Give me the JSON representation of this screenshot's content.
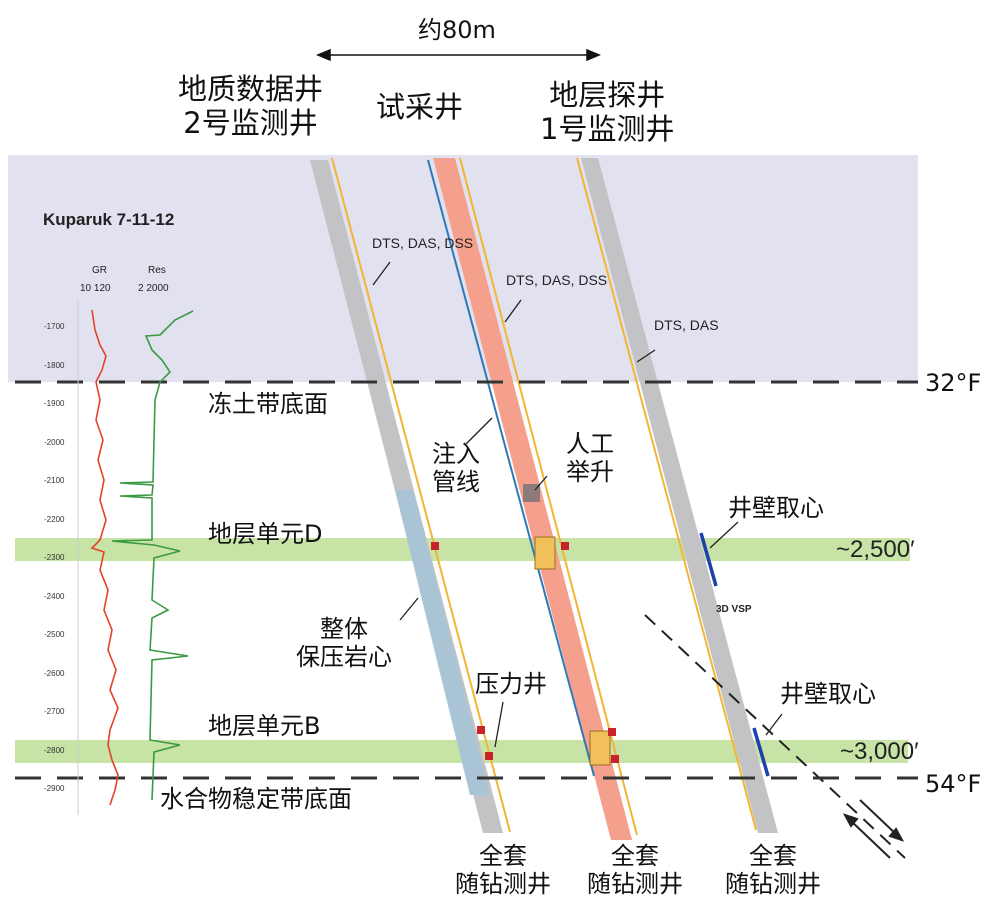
{
  "distance_label": "约80m",
  "wells": [
    {
      "title_line1": "地质数据井",
      "title_line2": "2号监测井",
      "bottom_line1": "全套",
      "bottom_line2": "随钻测井",
      "fiber_label": "DTS, DAS, DSS"
    },
    {
      "title_line1": "试采井",
      "title_line2": "",
      "bottom_line1": "全套",
      "bottom_line2": "随钻测井",
      "fiber_label": "DTS, DAS, DSS"
    },
    {
      "title_line1": "地层探井",
      "title_line2": "1号监测井",
      "bottom_line1": "全套",
      "bottom_line2": "随钻测井",
      "fiber_label": "DTS, DAS"
    }
  ],
  "log": {
    "title": "Kuparuk 7-11-12",
    "gr_label": "GR",
    "gr_scale": "10    120",
    "res_label": "Res",
    "res_scale": "2    2000",
    "depth_ticks": [
      "-1700",
      "-1800",
      "-1900",
      "-2000",
      "-2100",
      "-2200",
      "-2300",
      "-2400",
      "-2500",
      "-2600",
      "-2700",
      "-2800",
      "-2900"
    ]
  },
  "labels": {
    "permafrost_base": "冻土带底面",
    "permafrost_temp": "32°F",
    "injection_line_1": "注入",
    "injection_line_2": "管线",
    "artificial_lift_1": "人工",
    "artificial_lift_2": "举升",
    "unit_d": "地层单元D",
    "unit_d_depth": "~2,500′",
    "sidewall_core_1": "井壁取心",
    "sidewall_core_2": "井壁取心",
    "vsp": "3D VSP",
    "pressure_core_1": "整体",
    "pressure_core_2": "保压岩心",
    "pressure_well": "压力井",
    "unit_b": "地层单元B",
    "unit_b_depth": "~3,000′",
    "hydrate_base": "水合物稳定带底面",
    "hydrate_temp": "54°F"
  },
  "colors": {
    "permafrost": "#e1e1ef",
    "unit_band": "#c7e3a6",
    "fiber": "#f2b632",
    "producer": "#f4a08c",
    "well": "#c3c3c6",
    "core": "#a9c4d4",
    "blue_line": "#2f78b8",
    "sidewall": "#1d3fb0"
  }
}
